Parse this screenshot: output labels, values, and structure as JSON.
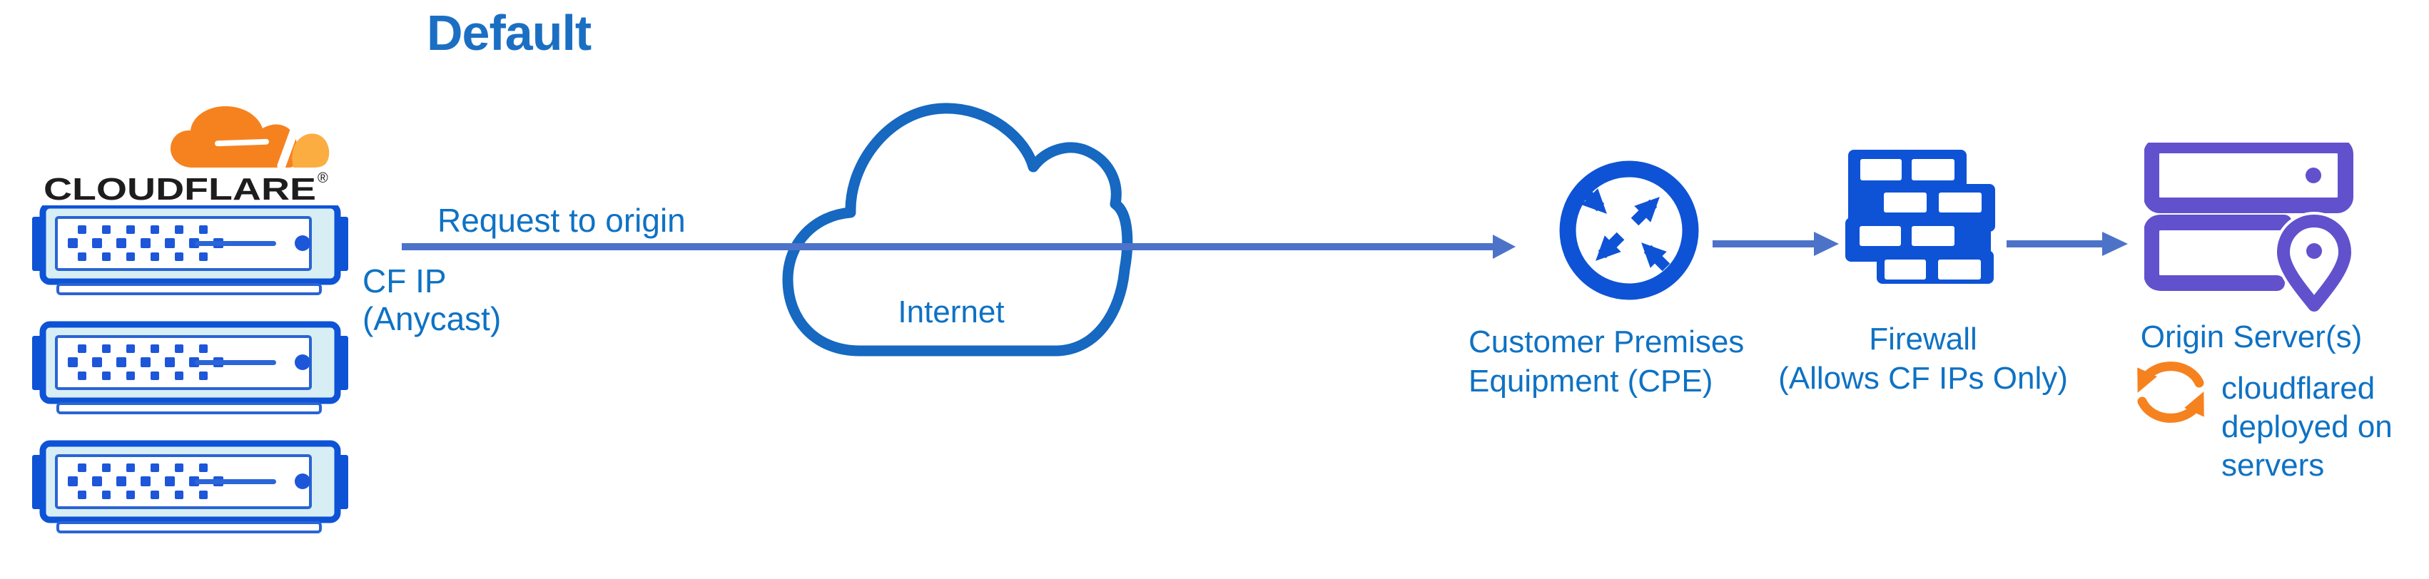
{
  "title": "Default",
  "cloudflare": {
    "wordmark": "CLOUDFLARE",
    "reg": "®"
  },
  "edge": {
    "request": "Request to origin",
    "cf_ip1": "CF IP",
    "cf_ip2": "(Anycast)"
  },
  "internet": {
    "label": "Internet"
  },
  "cpe": {
    "line1": "Customer Premises",
    "line2": "Equipment (CPE)"
  },
  "firewall": {
    "line1": "Firewall",
    "line2": "(Allows CF IPs Only)"
  },
  "origin": {
    "label": "Origin Server(s)"
  },
  "cloudflared": {
    "line1": "cloudflared",
    "line2": "deployed on",
    "line3": "servers"
  },
  "colors": {
    "title_blue": "#1b6fc3",
    "label_blue": "#0e72c4",
    "arrow_blue": "#4d73c9",
    "icon_blue": "#0e53d6",
    "cloud_outline_blue": "#1668c0",
    "server_pale_fill": "#d7eef5",
    "server_inner_stroke": "#2a64d4",
    "origin_purple": "#6151cd",
    "cf_orange": "#f6821f",
    "cf_orange_light": "#fbad41",
    "wordmark_black": "#1d1d1d"
  }
}
